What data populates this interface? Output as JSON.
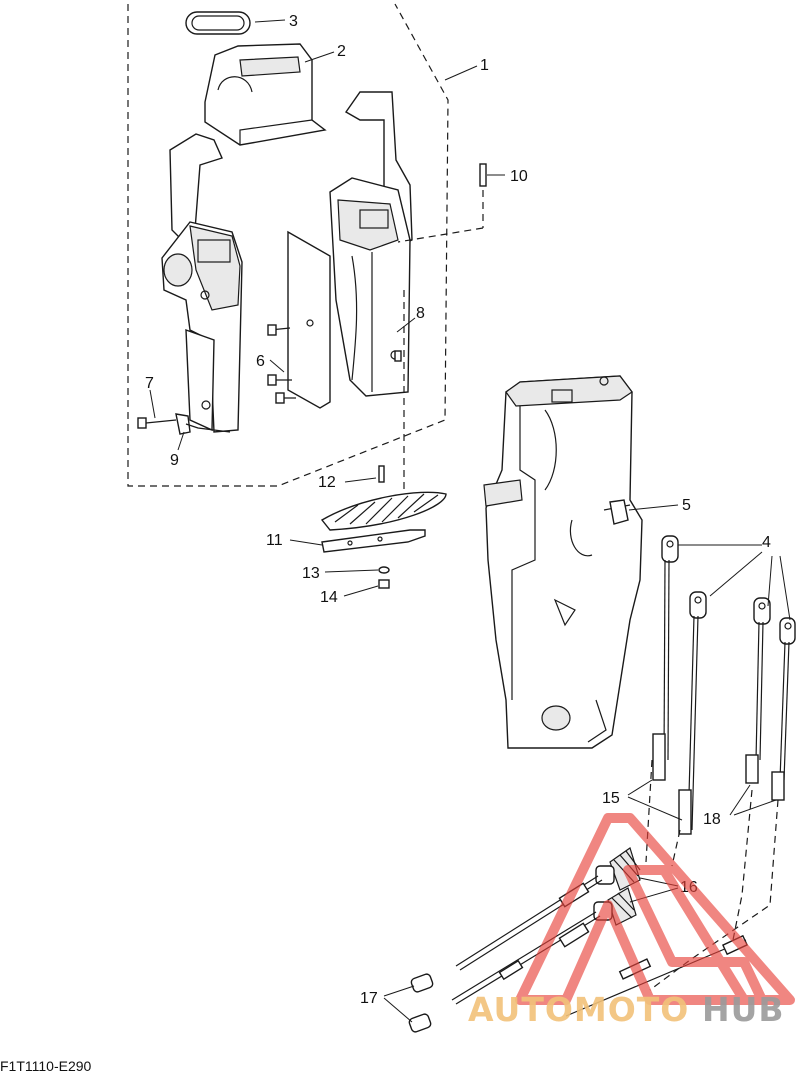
{
  "diagram": {
    "callouts": [
      {
        "id": "c1",
        "label": "1"
      },
      {
        "id": "c2",
        "label": "2"
      },
      {
        "id": "c3",
        "label": "3"
      },
      {
        "id": "c4",
        "label": "4"
      },
      {
        "id": "c5",
        "label": "5"
      },
      {
        "id": "c6",
        "label": "6"
      },
      {
        "id": "c7",
        "label": "7"
      },
      {
        "id": "c8",
        "label": "8"
      },
      {
        "id": "c9",
        "label": "9"
      },
      {
        "id": "c10",
        "label": "10"
      },
      {
        "id": "c11",
        "label": "11"
      },
      {
        "id": "c12",
        "label": "12"
      },
      {
        "id": "c13",
        "label": "13"
      },
      {
        "id": "c14",
        "label": "14"
      },
      {
        "id": "c15",
        "label": "15"
      },
      {
        "id": "c16",
        "label": "16"
      },
      {
        "id": "c17",
        "label": "17"
      },
      {
        "id": "c18",
        "label": "18"
      }
    ],
    "figure_code": "F1T1110-E290"
  },
  "watermark": {
    "part1": "AUTOMOTO",
    "part2": "HUB",
    "colors": {
      "triangle": "#e8413a",
      "text1": "#f2c27a",
      "text2": "#9b9b9b"
    }
  }
}
